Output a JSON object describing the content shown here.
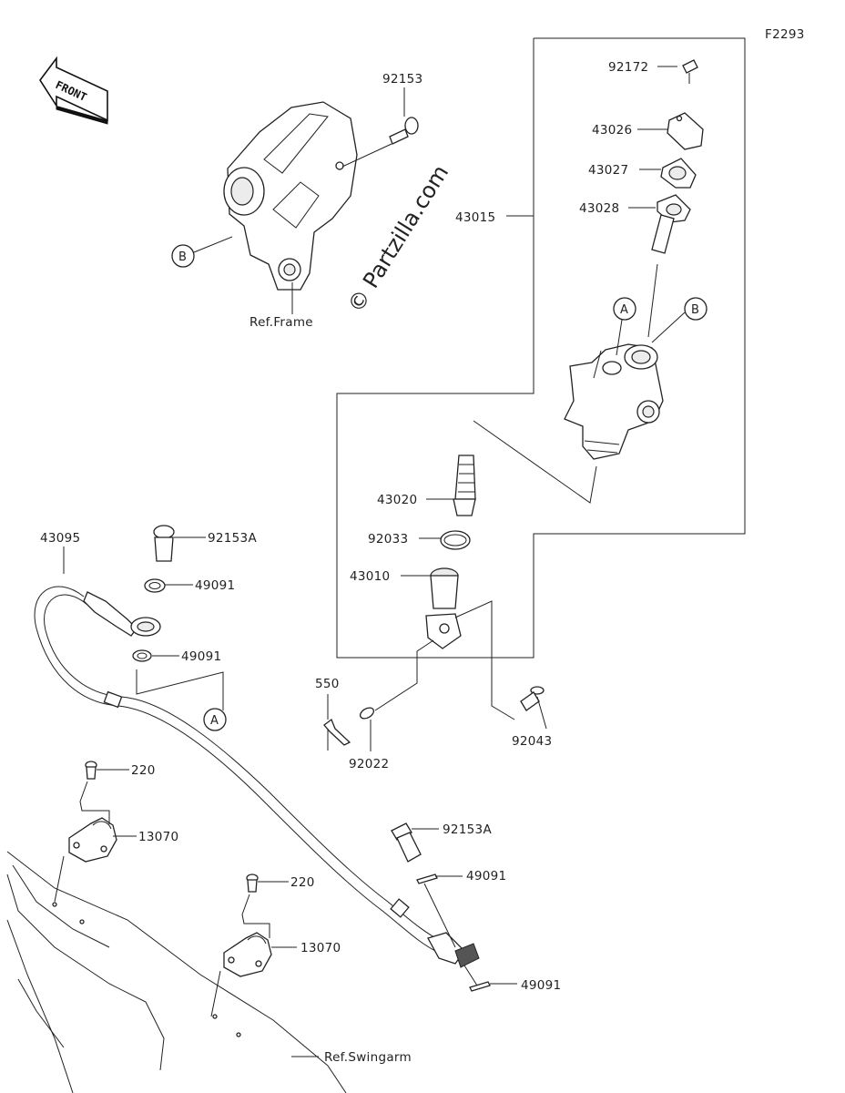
{
  "figure_code": "F2293",
  "watermark": "© Partzilla.com",
  "front_label": "FRONT",
  "references": {
    "frame": "Ref.Frame",
    "swingarm": "Ref.Swingarm"
  },
  "callouts": {
    "a": "A",
    "b": "B"
  },
  "parts": {
    "p92153": "92153",
    "p92172": "92172",
    "p43026": "43026",
    "p43027": "43027",
    "p43028": "43028",
    "p43015": "43015",
    "p43020": "43020",
    "p92033": "92033",
    "p43010": "43010",
    "p550": "550",
    "p92022": "92022",
    "p92043": "92043",
    "p43095": "43095",
    "p92153a_top": "92153A",
    "p49091_top1": "49091",
    "p49091_top2": "49091",
    "p220_left": "220",
    "p13070_left": "13070",
    "p220_right": "220",
    "p13070_right": "13070",
    "p92153a_bottom": "92153A",
    "p49091_bottom1": "49091",
    "p49091_bottom2": "49091"
  }
}
